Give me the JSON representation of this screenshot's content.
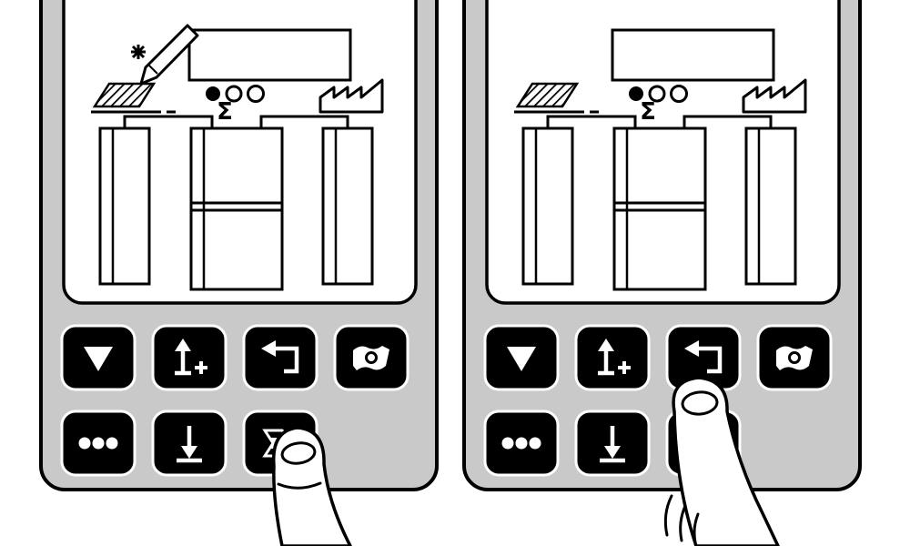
{
  "window": {
    "background": "#ffffff"
  },
  "panels": [
    {
      "name": "left-panel",
      "sigma": "Σ",
      "indicators": [
        "filled",
        "outline",
        "outline"
      ],
      "pen_icon": true,
      "pressed_button": "enter-button"
    },
    {
      "name": "right-panel",
      "sigma": "Σ",
      "indicators": [
        "filled",
        "outline",
        "outline"
      ],
      "pen_icon": false,
      "pressed_button": "return-button"
    }
  ],
  "keypad": {
    "row1": [
      {
        "name": "down-triangle-button",
        "icon": "▼"
      },
      {
        "name": "up-plus-button",
        "icon": "↥+"
      },
      {
        "name": "return-button",
        "icon": "⮠"
      },
      {
        "name": "banknote-button",
        "icon": "banknote"
      }
    ],
    "row2": [
      {
        "name": "dots-button",
        "icon": "●●●"
      },
      {
        "name": "down-arrow-button",
        "icon": "↧"
      },
      {
        "name": "enter-button",
        "icon": "⇥"
      }
    ]
  },
  "display_symbols": {
    "sigma": "Σ",
    "counter_dots": "●○○"
  },
  "colors": {
    "panel_gray": "#c9c9c9",
    "button_fill": "#000000",
    "line": "#000000",
    "surface": "#ffffff"
  }
}
